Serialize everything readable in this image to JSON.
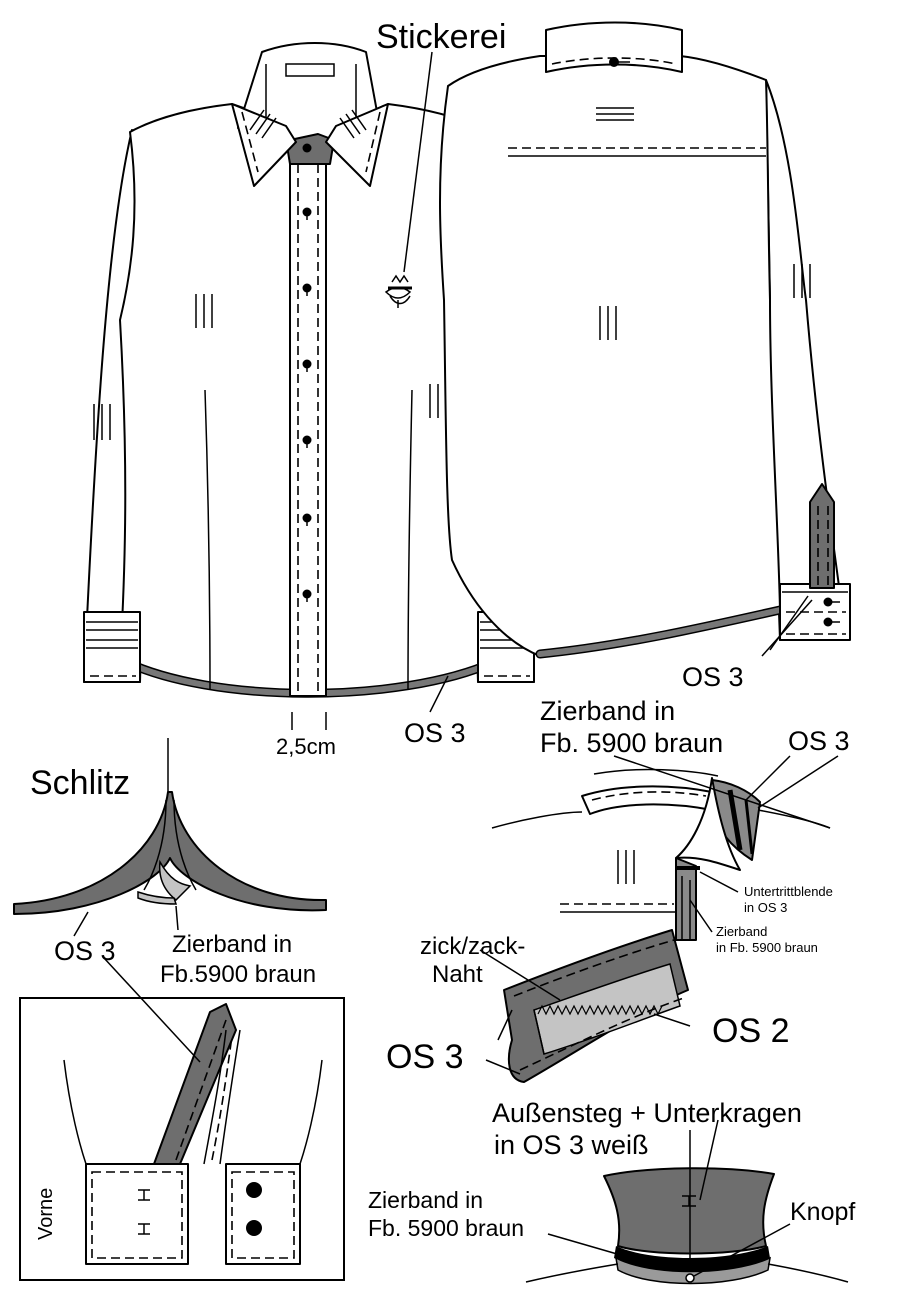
{
  "labels": {
    "stickerei": "Stickerei",
    "schlitz": "Schlitz",
    "width_2_5cm": "2,5cm",
    "os3_front": "OS 3",
    "os3_back": "OS 3",
    "zierband_collar_l1": "Zierband in",
    "zierband_collar_l2": "Fb. 5900 braun",
    "os3_collar": "OS 3",
    "untertritt_l1": "Untertrittblende",
    "untertritt_l2": "in OS 3",
    "zierband_small_l1": "Zierband",
    "zierband_small_l2": "in Fb. 5900 braun",
    "os3_schlitz": "OS 3",
    "zierband_schlitz_l1": "Zierband in",
    "zierband_schlitz_l2": "Fb.5900 braun",
    "zickzack_l1": "zick/zack-",
    "zickzack_l2": "Naht",
    "os3_cuff": "OS 3",
    "os2_cuff": "OS 2",
    "aussensteg_l1": "Außensteg + Unterkragen",
    "aussensteg_l2": "in OS 3 weiß",
    "zierband_stand_l1": "Zierband in",
    "zierband_stand_l2": "Fb. 5900 braun",
    "knopf": "Knopf",
    "vorne": "Vorne"
  },
  "colors": {
    "line": "#000000",
    "fabric_os3": "#6e6e6e",
    "fabric_os2": "#c4c4c4",
    "paper": "#ffffff"
  }
}
